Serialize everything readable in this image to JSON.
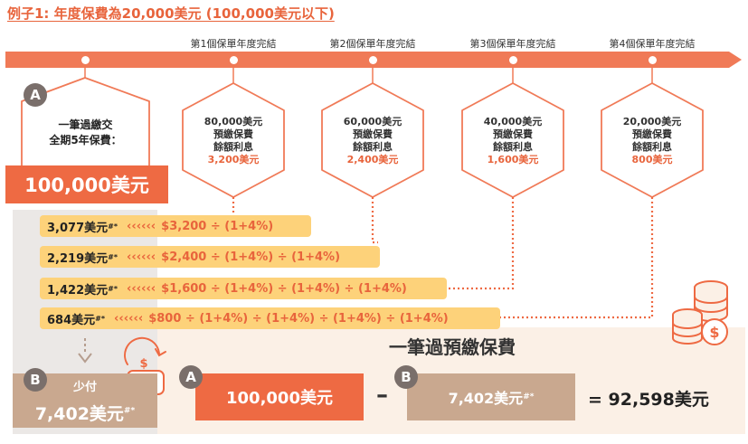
{
  "title": "例子1: 年度保費為20,000美元 (100,000美元以下)",
  "timeline": {
    "year_labels": [
      "第1個保單年度完結",
      "第2個保單年度完結",
      "第3個保單年度完結",
      "第4個保單年度完結"
    ]
  },
  "hexagons": [
    {
      "amount": "80,000美元",
      "line1": "預繳保費",
      "line2": "餘額利息",
      "interest": "3,200美元"
    },
    {
      "amount": "60,000美元",
      "line1": "預繳保費",
      "line2": "餘額利息",
      "interest": "2,400美元"
    },
    {
      "amount": "40,000美元",
      "line1": "預繳保費",
      "line2": "餘額利息",
      "interest": "1,600美元"
    },
    {
      "amount": "20,000美元",
      "line1": "預繳保費",
      "line2": "餘額利息",
      "interest": "800美元"
    }
  ],
  "lump_sum": {
    "badge": "A",
    "line1": "一筆過繳交",
    "line2": "全期5年保費：",
    "amount": "100,000美元"
  },
  "calculations": [
    {
      "value": "3,077美元",
      "mark": "#*",
      "arrows": "‹‹‹‹‹‹",
      "formula": "$3,200 ÷ (1+4%)"
    },
    {
      "value": "2,219美元",
      "mark": "#*",
      "arrows": "‹‹‹‹‹‹",
      "formula": "$2,400 ÷ (1+4%) ÷ (1+4%)"
    },
    {
      "value": "1,422美元",
      "mark": "#*",
      "arrows": "‹‹‹‹‹‹",
      "formula": "$1,600 ÷ (1+4%) ÷ (1+4%) ÷ (1+4%)"
    },
    {
      "value": "684美元",
      "mark": "#*",
      "arrows": "‹‹‹‹‹‹",
      "formula": "$800 ÷ (1+4%) ÷ (1+4%) ÷ (1+4%) ÷ (1+4%)"
    }
  ],
  "saving": {
    "badge": "B",
    "label": "少付",
    "amount": "7,402美元",
    "mark": "#*"
  },
  "equation": {
    "label": "一筆過預繳保費",
    "a_badge": "A",
    "a_value": "100,000美元",
    "minus": "–",
    "b_badge": "B",
    "b_value": "7,402美元",
    "b_mark": "#*",
    "result": "= 92,598美元"
  },
  "colors": {
    "orange": "#ee6a43",
    "timeline": "#f07a57",
    "yellow": "#fdd27a",
    "tan": "#c9a88f",
    "grey_panel": "#ebe8e6",
    "beige_panel": "#fbf0e6",
    "badge_grey": "#7a6f6b"
  }
}
